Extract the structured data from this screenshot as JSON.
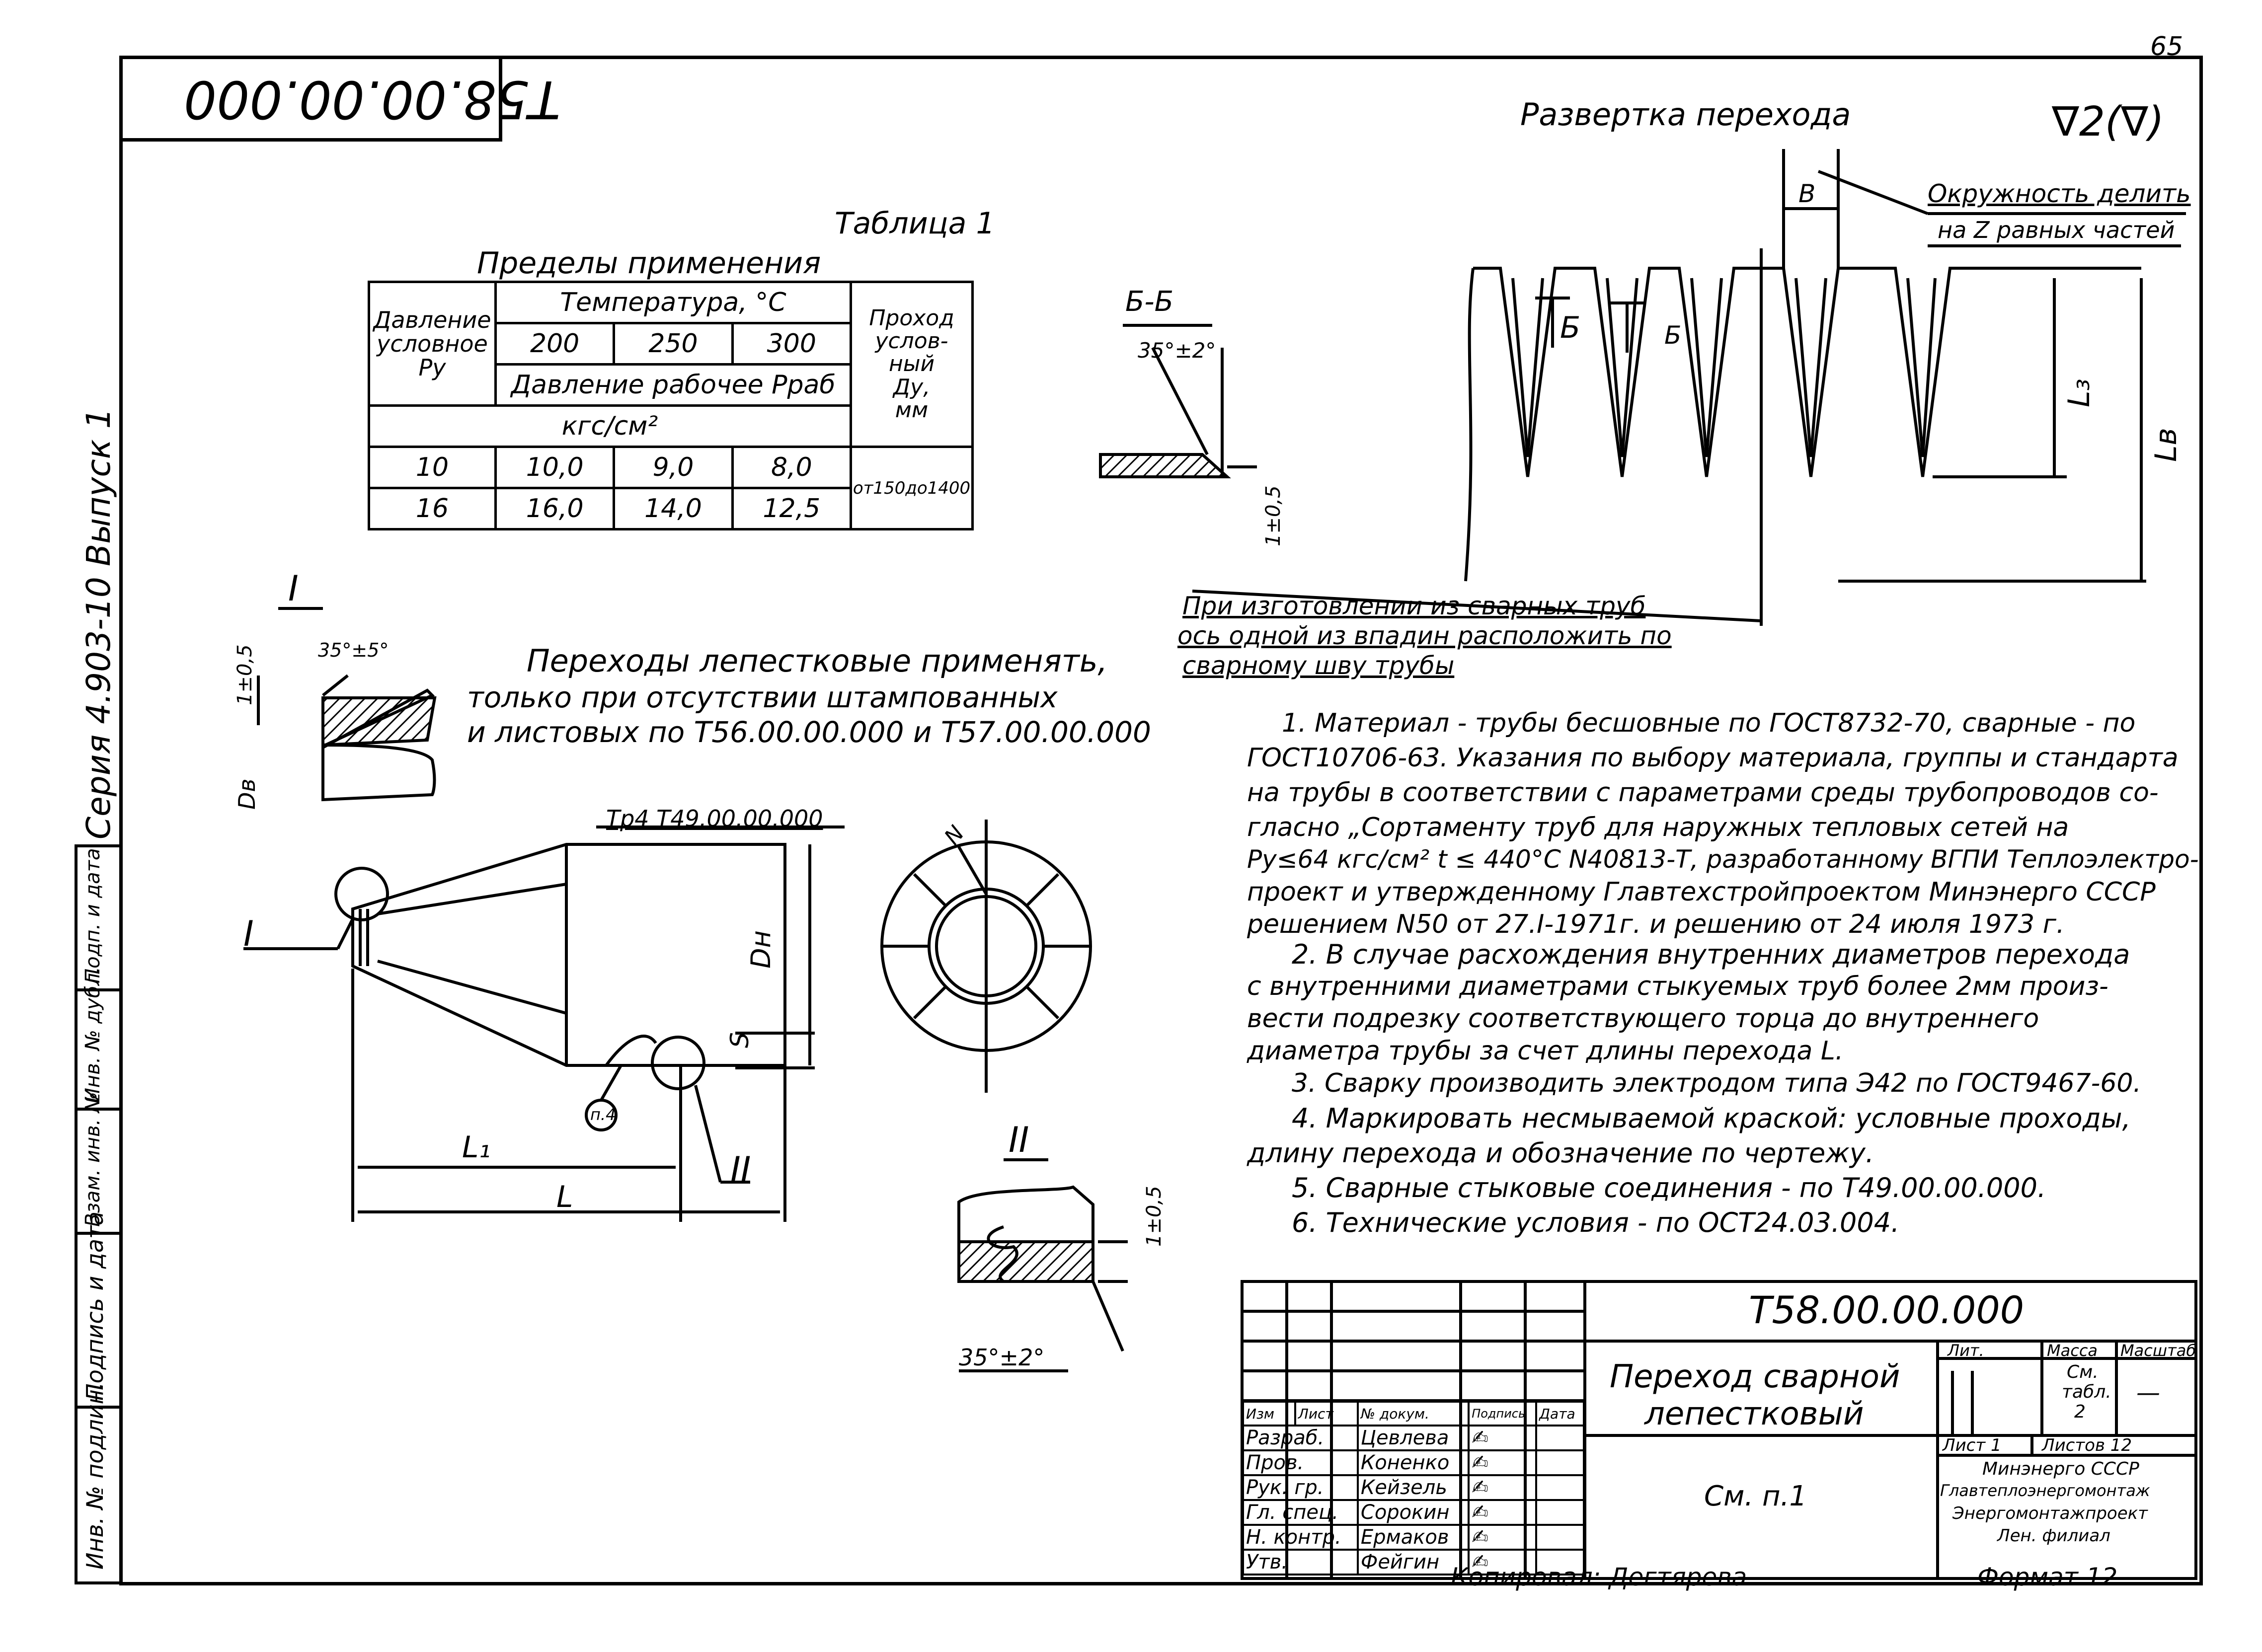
{
  "page_number": "65",
  "header_stamp": "T58.00.00.000",
  "roughness": "∇2(∇)",
  "series_label": "Серия 4.903-10 Выпуск 1",
  "side_stamp": [
    "Инв. № подлин.",
    "Подпись и дата",
    "Взам. инв. №",
    "Инв. № дубл.",
    "Подп. и дата"
  ],
  "table1": {
    "caption": "Таблица 1",
    "title": "Пределы применения",
    "h_pressure": [
      "Давление",
      "условное",
      "Ру"
    ],
    "h_temp": "Температура, °С",
    "temps": [
      "200",
      "250",
      "300"
    ],
    "h_work": "Давление рабочее Рраб",
    "h_unit": "кгс/см²",
    "h_pass": [
      "Проход",
      "услов-",
      "ный",
      "Ду,",
      "мм"
    ],
    "rows": [
      {
        "py": "10",
        "v": [
          "10,0",
          "9,0",
          "8,0"
        ]
      },
      {
        "py": "16",
        "v": [
          "16,0",
          "14,0",
          "12,5"
        ]
      }
    ],
    "pass_range": "от150до1400"
  },
  "section_bb": {
    "label": "Б-Б",
    "angle": "35°±2°",
    "dim": "1±0,5"
  },
  "detail1": {
    "label": "I",
    "angle": "35°±5°",
    "dim": "1±0,5",
    "d": "Dв"
  },
  "detail2": {
    "label": "II",
    "dim": "1±0,5",
    "angle": "35°±2°"
  },
  "usage_note": [
    "Переходы лепестковые применять,",
    "только при отсутствии штампованных",
    "и листовых по Т56.00.00.000 и Т57.00.00.000"
  ],
  "main_view": {
    "ref": "Тр4 Т49.00.00.000",
    "dn": "Dн",
    "s": "S",
    "l1": "L₁",
    "l": "L",
    "mark": "п.4",
    "c1": "I",
    "c2": "II"
  },
  "end_view": {
    "n": "N"
  },
  "development": {
    "title": "Развертка перехода",
    "b": "В",
    "circ_note": [
      "Окружность делить",
      "на Z равных частей"
    ],
    "b_sect": "Б",
    "l3": "L₃",
    "lv": "Lв",
    "weld_note": [
      "При изготовлении из сварных труб",
      "ось одной из впадин расположить по",
      "сварному шву трубы"
    ]
  },
  "notes": [
    "1. Материал - трубы бесшовные по ГОСТ8732-70, сварные - по",
    "ГОСТ10706-63. Указания по выбору материала, группы и стандарта",
    "на трубы в соответствии с параметрами среды трубопроводов со-",
    "гласно „Сортаменту труб для наружных тепловых сетей на",
    "Ру≤64 кгс/см² t ≤ 440°C N40813-Т, разработанному ВГПИ Теплоэлектро-",
    "проект и утвержденному Главтехстройпроектом Минэнерго СССР",
    "решением N50 от 27.I-1971г. и решению от 24 июля 1973 г.",
    "2. В случае расхождения внутренних диаметров перехода",
    "с внутренними диаметрами стыкуемых труб более 2мм произ-",
    "вести подрезку соответствующего торца до внутреннего",
    "диаметра трубы за счет длины перехода L.",
    "3. Сварку производить электродом типа Э42 по ГОСТ9467-60.",
    "4. Маркировать несмываемой краской: условные проходы,",
    "длину перехода и обозначение по чертежу.",
    "5. Сварные стыковые соединения - по Т49.00.00.000.",
    "6. Технические условия - по ОСТ24.03.004."
  ],
  "title_block": {
    "code": "Т58.00.00.000",
    "name": [
      "Переход сварной",
      "лепестковый"
    ],
    "see": "См. п.1",
    "lit": "Лит.",
    "mass": "Масса",
    "scale": "Масштаб",
    "mass_val": [
      "См.",
      "табл.",
      "2"
    ],
    "scale_val": "—",
    "sheet": "Лист 1",
    "sheets": "Листов 12",
    "org": [
      "Минэнерго СССР",
      "Главтеплоэнергомонтаж",
      "Энергомонтажпроект",
      "Лен. филиал"
    ],
    "head": [
      "Изм",
      "Лист",
      "№ докум.",
      "Подпись",
      "Дата"
    ],
    "people": [
      [
        "Разраб.",
        "Цевлева"
      ],
      [
        "Пров.",
        "Коненко"
      ],
      [
        "Рук. гр.",
        "Кейзель"
      ],
      [
        "Гл. спец.",
        "Сорокин"
      ],
      [
        "Н. контр.",
        "Ермаков"
      ],
      [
        "Утв.",
        "Фейгин"
      ]
    ]
  },
  "copied": "Копировал: Дегтярева",
  "format": "Формат 12"
}
